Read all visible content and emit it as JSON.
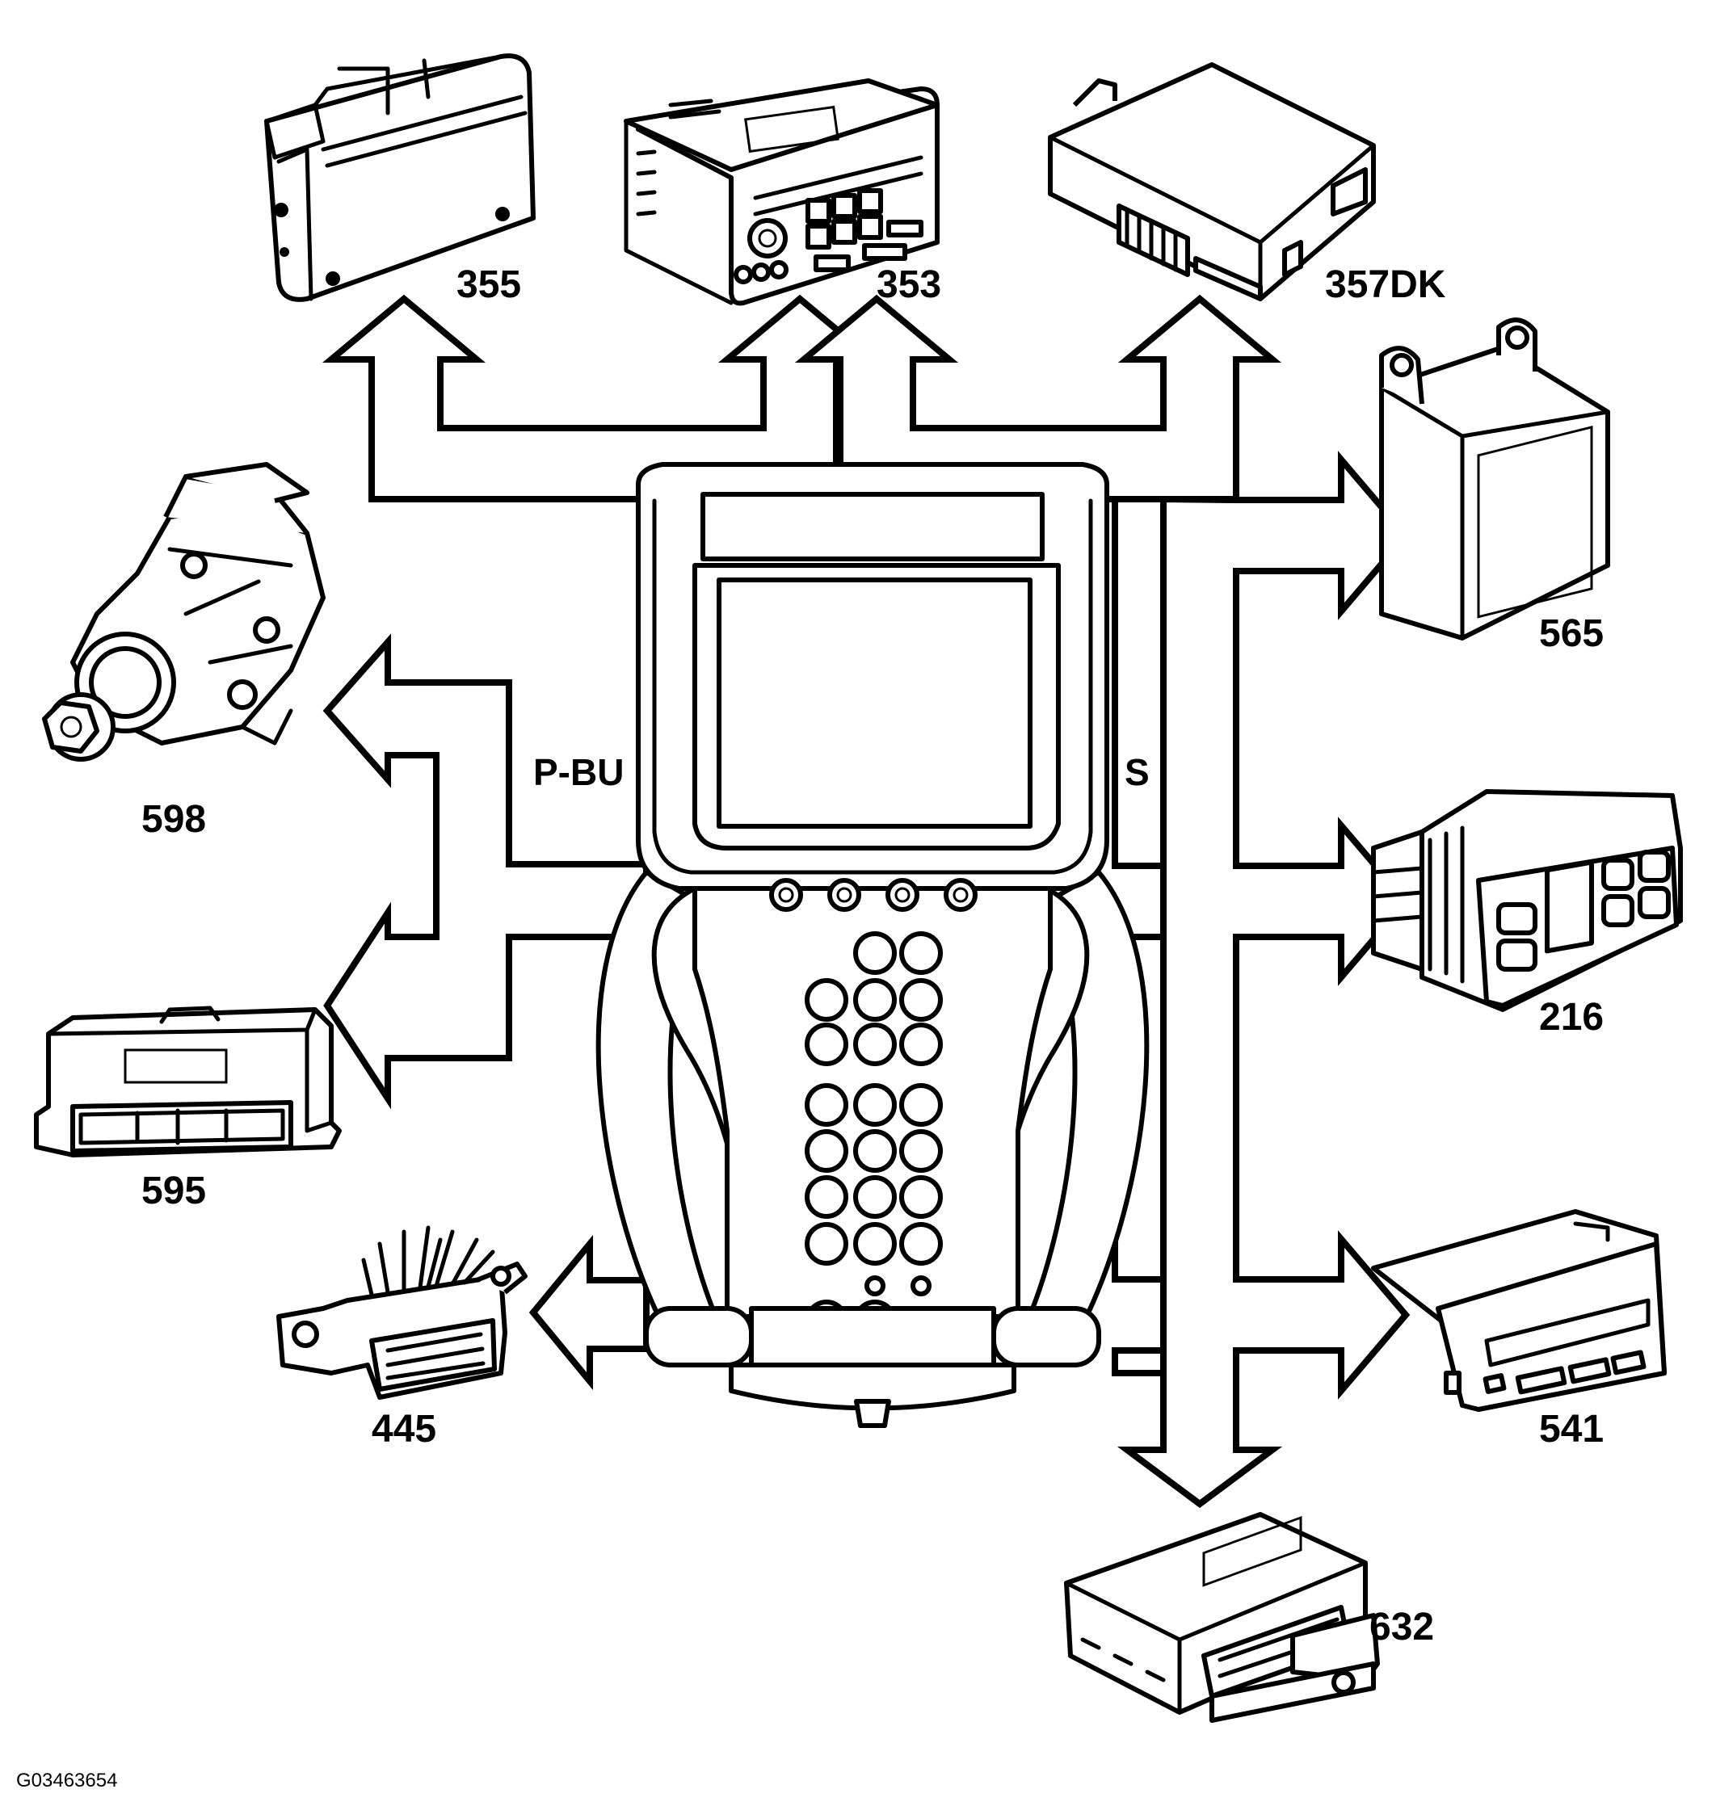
{
  "figure_id": "G03463654",
  "bus_labels": {
    "left": "P-BU",
    "right": "S"
  },
  "components": {
    "c355": "355",
    "c353": "353",
    "c357dk": "357DK",
    "c565": "565",
    "c598": "598",
    "c216": "216",
    "c595": "595",
    "c445": "445",
    "c541": "541",
    "c632": "632"
  },
  "colors": {
    "line": "#000000",
    "background": "#ffffff"
  }
}
